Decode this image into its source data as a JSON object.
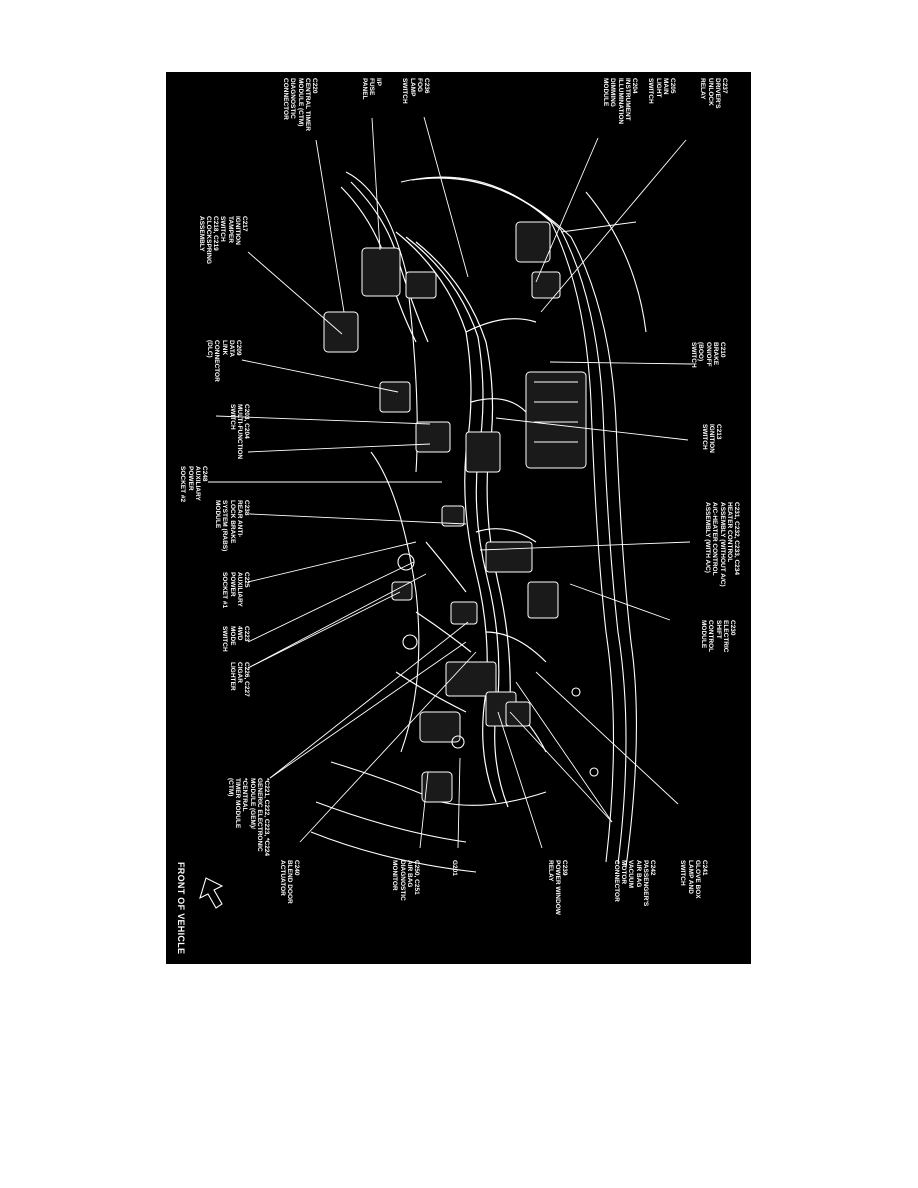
{
  "diagram": {
    "orientation_label": "FRONT OF VEHICLE",
    "labels": [
      {
        "id": "c237",
        "text": "C237\nDRIVER'S\nUNLOCK\nRELAY"
      },
      {
        "id": "c205",
        "text": "C205\nMAIN\nLIGHT\nSWITCH"
      },
      {
        "id": "c204",
        "text": "C204\nINSTRUMENT\nILLUMINATION\nDIMMING\nMODULE"
      },
      {
        "id": "c236",
        "text": "C236\nFOG\nLAMP\nSWITCH"
      },
      {
        "id": "ip_fuse",
        "text": "I/P\nFUSE\nPANEL"
      },
      {
        "id": "c220",
        "text": "C220\nCENTRAL TIMER\nMODULE (CTM)\nDIAGNOSTIC\nCONNECTOR"
      },
      {
        "id": "c217",
        "text": "C217\nIGNITION\nTAMPER\nSWITCH\nC218, C219\nCLOCKSPRING\nASSEMBLY"
      },
      {
        "id": "c210",
        "text": "C210\nBRAKE\nON/OFF\n(BOO)\nSWITCH"
      },
      {
        "id": "c209",
        "text": "C209\nDATA\nLINK\nCONNECTOR\n(DLC)"
      },
      {
        "id": "c213",
        "text": "C213\nIGNITION\nSWITCH"
      },
      {
        "id": "c203",
        "text": "C203, C204\nMULTI-FUNCTION\nSWITCH"
      },
      {
        "id": "c248",
        "text": "C248\nAUXILIARY\nPOWER\nSOCKET #2"
      },
      {
        "id": "c231",
        "text": "C231, C232, C233, C234\nHEATER CONTROL\nASSEMBLY (WITHOUT A/C)\nA/C-HEATER CONTROL\nASSEMBLY (WITH A/C)"
      },
      {
        "id": "c238",
        "text": "C238\nREAR ANTI-\nLOCK BRAKE\nSYSTEM (RABS)\nMODULE"
      },
      {
        "id": "c230",
        "text": "C230\nELECTRIC\nSHIFT\nCONTROL\nMODULE"
      },
      {
        "id": "c225",
        "text": "C225\nAUXILIARY\nPOWER\nSOCKET #1"
      },
      {
        "id": "c223",
        "text": "C223\n4WD\nMODE\nSWITCH"
      },
      {
        "id": "c226",
        "text": "C226, C227\nCIGAR\nLIGHTER"
      },
      {
        "id": "c221",
        "text": "*C221, C222, C223, *C224\nGENERIC ELECTRONIC\nMODULE (GEM)/\n*CENTRAL\nTIMER MODULE\n(CTM)"
      },
      {
        "id": "c241",
        "text": "C241\nGLOVE BOX\nLAMP AND\nSWITCH"
      },
      {
        "id": "c242",
        "text": "C242\nPASSENGER'S\nAIR BAG\nVACUUM\nMOTOR\nCONNECTOR"
      },
      {
        "id": "c239",
        "text": "C239\nPOWER WINDOW\nRELAY"
      },
      {
        "id": "g201",
        "text": "G201"
      },
      {
        "id": "c250",
        "text": "C250, C251\nAIR BAG\nDIAGNOSTIC\nMONITOR"
      },
      {
        "id": "c240",
        "text": "C240\nBLEND DOOR\nACTUATOR"
      }
    ]
  }
}
